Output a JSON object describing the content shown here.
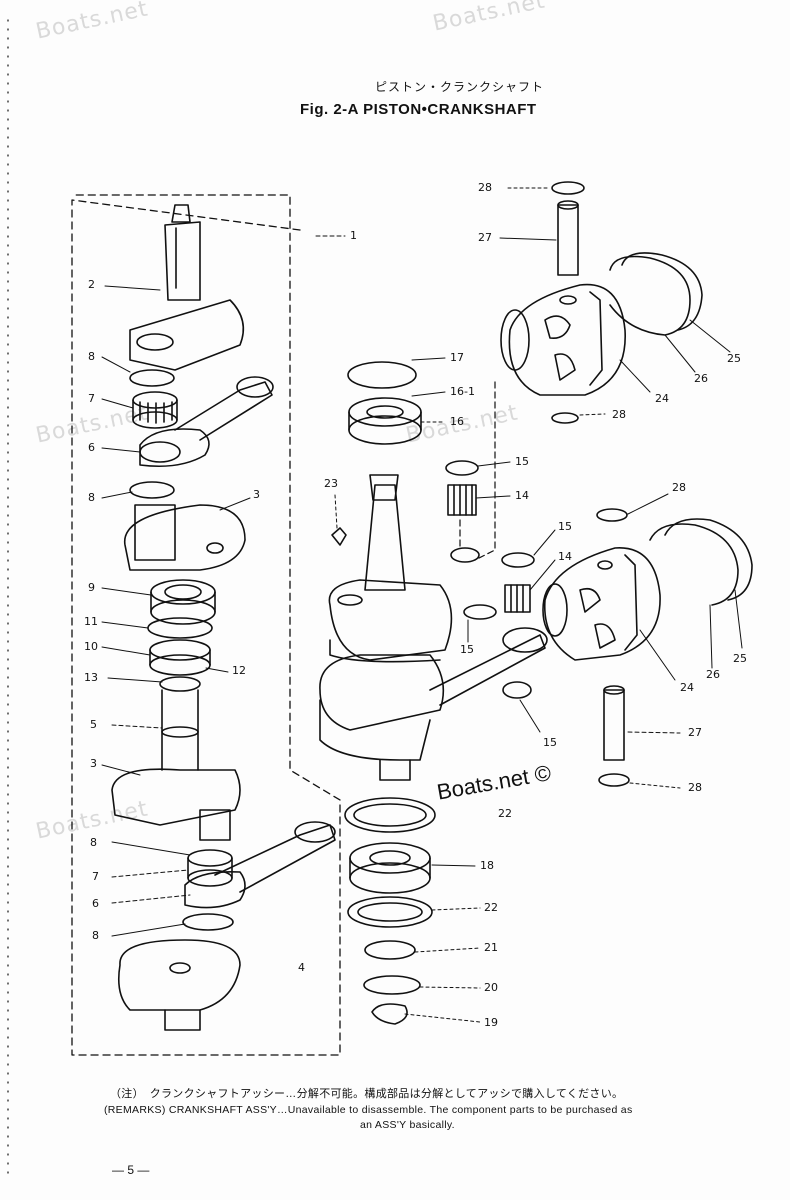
{
  "watermarks": [
    "Boats.net",
    "Boats.net",
    "Boats.net",
    "Boats.net",
    "Boats.net"
  ],
  "header": {
    "title_jp": "ピストン・クランクシャフト",
    "title": "Fig. 2-A   PISTON•CRANKSHAFT"
  },
  "brand": "Boats.net ©",
  "callouts": {
    "c1": "1",
    "c2": "2",
    "c3a": "3",
    "c3b": "3",
    "c4": "4",
    "c5": "5",
    "c6a": "6",
    "c6b": "6",
    "c7a": "7",
    "c7b": "7",
    "c8a": "8",
    "c8b": "8",
    "c8c": "8",
    "c8d": "8",
    "c9": "9",
    "c10": "10",
    "c11": "11",
    "c12": "12",
    "c13": "13",
    "c14a": "14",
    "c14b": "14",
    "c15a": "15",
    "c15b": "15",
    "c15c": "15",
    "c15d": "15",
    "c16": "16",
    "c16_1": "16-1",
    "c17": "17",
    "c18": "18",
    "c19": "19",
    "c20": "20",
    "c21": "21",
    "c22a": "22",
    "c22b": "22",
    "c23": "23",
    "c24a": "24",
    "c24b": "24",
    "c25a": "25",
    "c25b": "25",
    "c26a": "26",
    "c26b": "26",
    "c27a": "27",
    "c27b": "27",
    "c28a": "28",
    "c28b": "28",
    "c28c": "28",
    "c28d": "28"
  },
  "remarks": {
    "jp": "（注）　クランクシャフトアッシー…分解不可能。構成部品は分解としてアッシで購入してください。",
    "en_line1": "(REMARKS)   CRANKSHAFT ASS'Y…Unavailable to disassemble. The component parts to be purchased as",
    "en_line2": "an ASS'Y basically."
  },
  "page_number": "— 5 —"
}
